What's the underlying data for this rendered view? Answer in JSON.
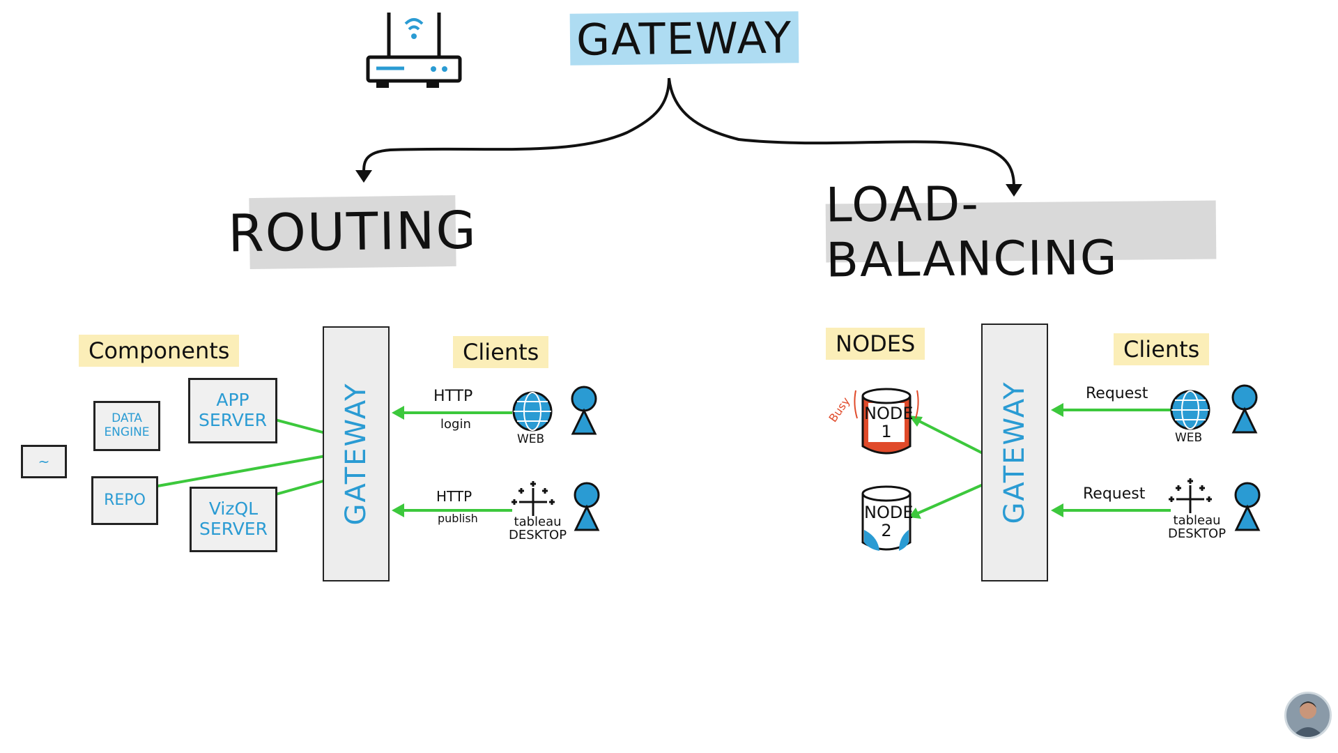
{
  "title": "GATEWAY",
  "routing": {
    "title": "ROUTING",
    "components_label": "Components",
    "clients_label": "Clients",
    "gateway_label": "GATEWAY",
    "components": {
      "data_engine": "DATA\nENGINE",
      "app_server": "APP\nSERVER",
      "repo": "REPO",
      "vizql_server": "VizQL\nSERVER",
      "small_box": "~"
    },
    "connections": [
      {
        "protocol": "HTTP",
        "action": "login",
        "client": "WEB"
      },
      {
        "protocol": "HTTP",
        "action": "publish",
        "client": "tableau\nDESKTOP"
      }
    ]
  },
  "load_balancing": {
    "title": "LOAD-BALANCING",
    "nodes_label": "NODES",
    "clients_label": "Clients",
    "gateway_label": "GATEWAY",
    "busy_label": "Busy",
    "nodes": [
      {
        "label": "NODE",
        "number": "1"
      },
      {
        "label": "NODE",
        "number": "2"
      }
    ],
    "connections": [
      {
        "action": "Request",
        "client": "WEB"
      },
      {
        "action": "Request",
        "client": "tableau\nDESKTOP"
      }
    ]
  },
  "colors": {
    "accent_blue": "#2a9bd3",
    "arrow_green": "#3cc83c",
    "busy_red": "#e04a2a",
    "banner_blue": "#aedcf2",
    "banner_grey": "#d9d9d9",
    "tag_yellow": "#fbeeb8"
  },
  "icons": [
    "router-icon",
    "globe-icon",
    "tableau-icon",
    "person-icon",
    "avatar-icon"
  ]
}
